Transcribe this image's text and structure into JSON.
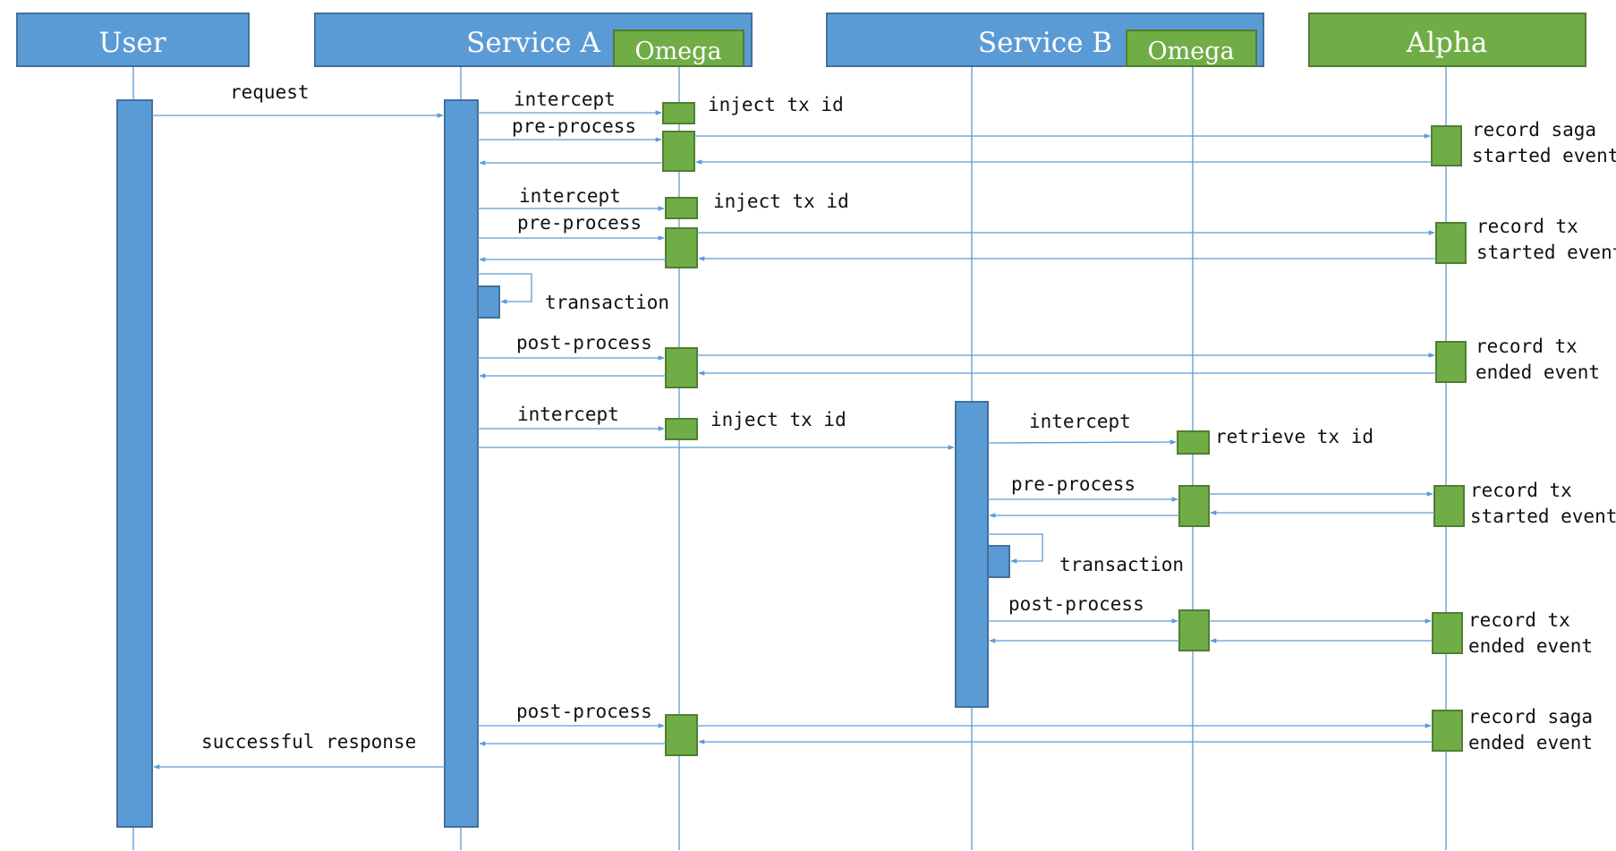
{
  "participants": {
    "user": "User",
    "service_a": "Service A",
    "service_a_omega": "Omega",
    "service_b": "Service B",
    "service_b_omega": "Omega",
    "alpha": "Alpha"
  },
  "messages": {
    "request": "request",
    "a_intercept_1": "intercept",
    "a_inject_1": "inject tx id",
    "a_preprocess_1": "pre-process",
    "saga_started_1": "record saga",
    "saga_started_2": "started event",
    "a_intercept_2": "intercept",
    "a_inject_2": "inject tx id",
    "a_preprocess_2": "pre-process",
    "a_tx_started_1": "record tx",
    "a_tx_started_2": "started event",
    "a_transaction": "transaction",
    "a_postprocess_1": "post-process",
    "a_tx_ended_1": "record tx",
    "a_tx_ended_2": "ended event",
    "a_intercept_3": "intercept",
    "a_inject_3": "inject tx id",
    "b_intercept": "intercept",
    "b_retrieve": "retrieve tx id",
    "b_preprocess": "pre-process",
    "b_tx_started_1": "record tx",
    "b_tx_started_2": "started event",
    "b_transaction": "transaction",
    "b_postprocess": "post-process",
    "b_tx_ended_1": "record tx",
    "b_tx_ended_2": "ended event",
    "a_postprocess_2": "post-process",
    "saga_ended_1": "record saga",
    "saga_ended_2": "ended event",
    "response": "successful response"
  },
  "colors": {
    "service_blue": "#5b9bd5",
    "omega_green": "#70ad47"
  }
}
